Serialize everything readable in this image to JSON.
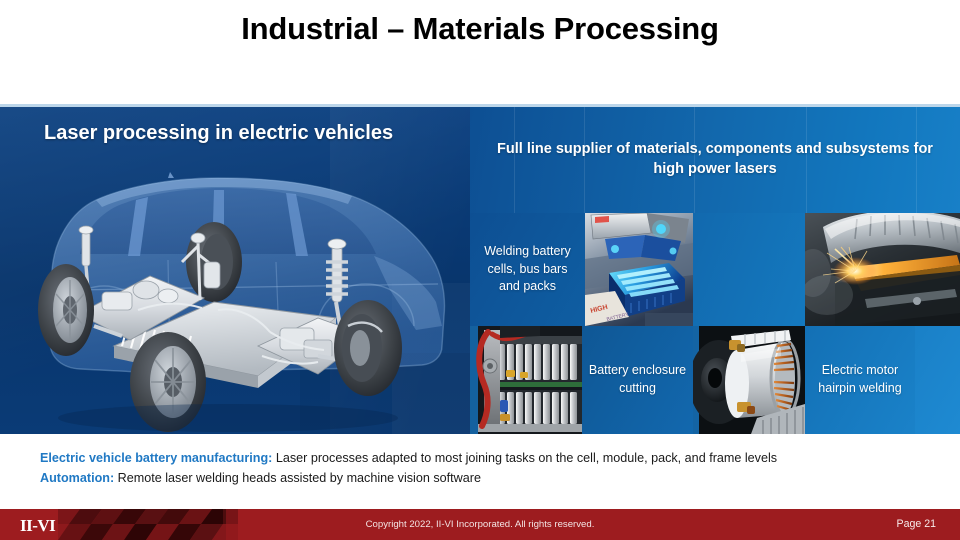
{
  "slide": {
    "title": "Industrial – Materials Processing",
    "accent_blue": "#2079c4",
    "band_blue": "#083a75",
    "panel_blue": "#1268ad",
    "footer_red": "#9d1c1f"
  },
  "left": {
    "heading": "Laser processing in electric vehicles",
    "illustration_name": "electric-vehicle-cutaway-illustration"
  },
  "right": {
    "heading": "Full line supplier of materials, components and subsystems for high power lasers",
    "tiles": [
      {
        "kind": "text",
        "label": "Welding battery cells, bus bars and packs",
        "name": "tile-welding-battery-cells"
      },
      {
        "kind": "image",
        "label": "laser-welding-battery-module-photo",
        "name": "tile-laser-welding-battery-module"
      },
      {
        "kind": "image",
        "label": "laser-welding-sparks-stator-photo",
        "name": "tile-laser-welding-sparks"
      },
      {
        "kind": "image",
        "label": "battery-cells-module-photo",
        "name": "tile-battery-cells-module"
      },
      {
        "kind": "text",
        "label": "Battery enclosure cutting",
        "name": "tile-battery-enclosure-cutting"
      },
      {
        "kind": "image",
        "label": "electric-motor-cutaway-photo",
        "name": "tile-electric-motor-cutaway"
      },
      {
        "kind": "text",
        "label": "Electric motor hairpin welding",
        "name": "tile-electric-motor-hairpin-welding"
      }
    ]
  },
  "bullets": [
    {
      "lead": "Electric vehicle battery manufacturing:",
      "rest": " Laser processes adapted to most joining tasks on the cell, module, pack, and frame levels"
    },
    {
      "lead": "Automation:",
      "rest": " Remote laser welding heads assisted by machine vision software"
    }
  ],
  "footer": {
    "logo": "II-VI",
    "copyright": "Copyright 2022, II-VI Incorporated. All rights reserved.",
    "page": "Page 21"
  }
}
